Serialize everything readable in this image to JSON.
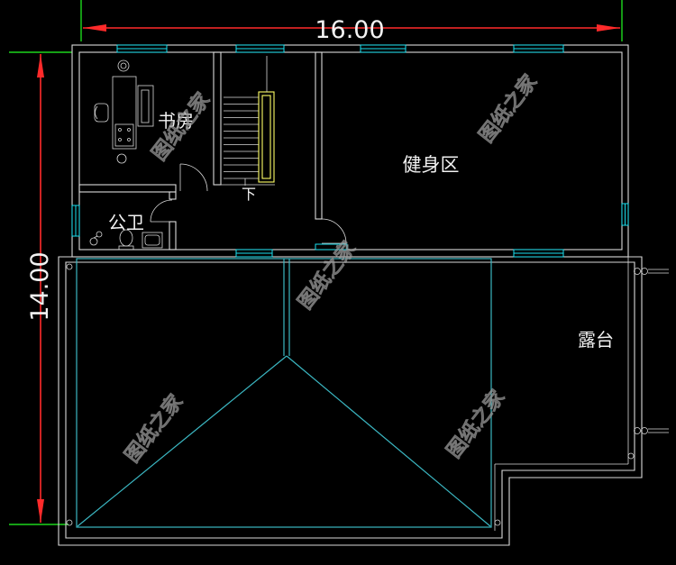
{
  "dimensions": {
    "width": "16.00",
    "height": "14.00"
  },
  "rooms": {
    "study": "书房",
    "gym": "健身区",
    "bathroom": "公卫",
    "terrace": "露台"
  },
  "stair": {
    "direction": "下"
  },
  "watermark": "图纸之家",
  "colors": {
    "background": "#000000",
    "wall": "#d9d9d9",
    "dimension": "#ff2a2a",
    "extension": "#22ff22",
    "window": "#19e0f0",
    "handrail": "#ffff66",
    "roof_edge": "#3bb7c2",
    "roof_tile": "#8a8a8a",
    "watermark": "#808080"
  }
}
